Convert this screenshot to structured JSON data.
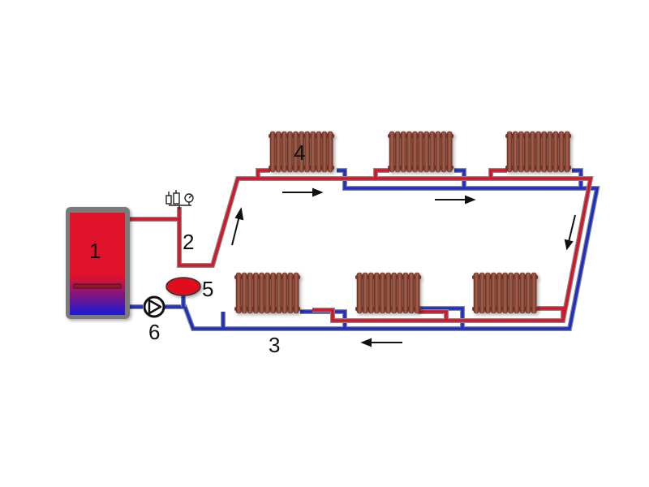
{
  "diagram": {
    "labels": {
      "boiler": "1",
      "supply_riser": "2",
      "return_line": "3",
      "radiator": "4",
      "expansion_tank": "5",
      "pump": "6"
    },
    "colors": {
      "supply_pipe": "#d3162a",
      "return_pipe": "#1d2fc4",
      "pipe_outline": "#8a8a8a",
      "radiator": "#8b4a3a",
      "boiler_hot": "#e0122a",
      "boiler_cold": "#1a1ad8",
      "boiler_frame": "#7a7a7a",
      "expansion_tank": "#e0101c",
      "arrow": "#111111"
    },
    "icons": [
      "boiler",
      "radiator",
      "circulation-pump-icon",
      "expansion-tank",
      "safety-group-icon",
      "flow-arrow"
    ]
  }
}
